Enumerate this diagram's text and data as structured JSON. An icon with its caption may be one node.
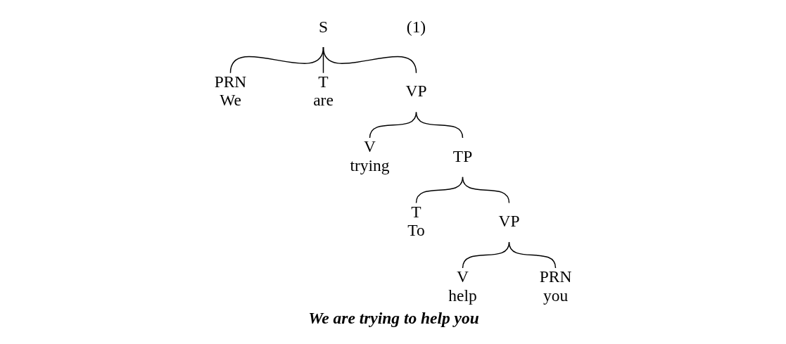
{
  "diagram": {
    "caption": "We are trying to help you",
    "nodes": [
      {
        "text": [
          "S"
        ]
      },
      {
        "text": [
          "PRN",
          "We"
        ]
      },
      {
        "text": [
          "T",
          "are"
        ]
      },
      {
        "text": [
          "VP"
        ]
      },
      {
        "text": [
          "V",
          "trying"
        ]
      },
      {
        "text": [
          "TP"
        ]
      },
      {
        "text": [
          "T",
          "To"
        ]
      },
      {
        "text": [
          "VP"
        ]
      },
      {
        "text": [
          "V",
          "help"
        ]
      },
      {
        "text": [
          "PRN",
          "you"
        ]
      }
    ],
    "edges": [
      {
        "from": 0,
        "to": 1,
        "arrow": "none"
      },
      {
        "from": 0,
        "to": 2,
        "arrow": "none"
      },
      {
        "from": 0,
        "to": 3,
        "arrow": "none"
      },
      {
        "from": 3,
        "to": 4,
        "arrow": "none"
      },
      {
        "from": 3,
        "to": 5,
        "arrow": "none"
      },
      {
        "from": 5,
        "to": 6,
        "arrow": "none"
      },
      {
        "from": 5,
        "to": 7,
        "arrow": "none"
      },
      {
        "from": 7,
        "to": 8,
        "arrow": "none"
      },
      {
        "from": 7,
        "to": 9,
        "arrow": "none"
      }
    ],
    "labels": [
      "(1)"
    ]
  }
}
